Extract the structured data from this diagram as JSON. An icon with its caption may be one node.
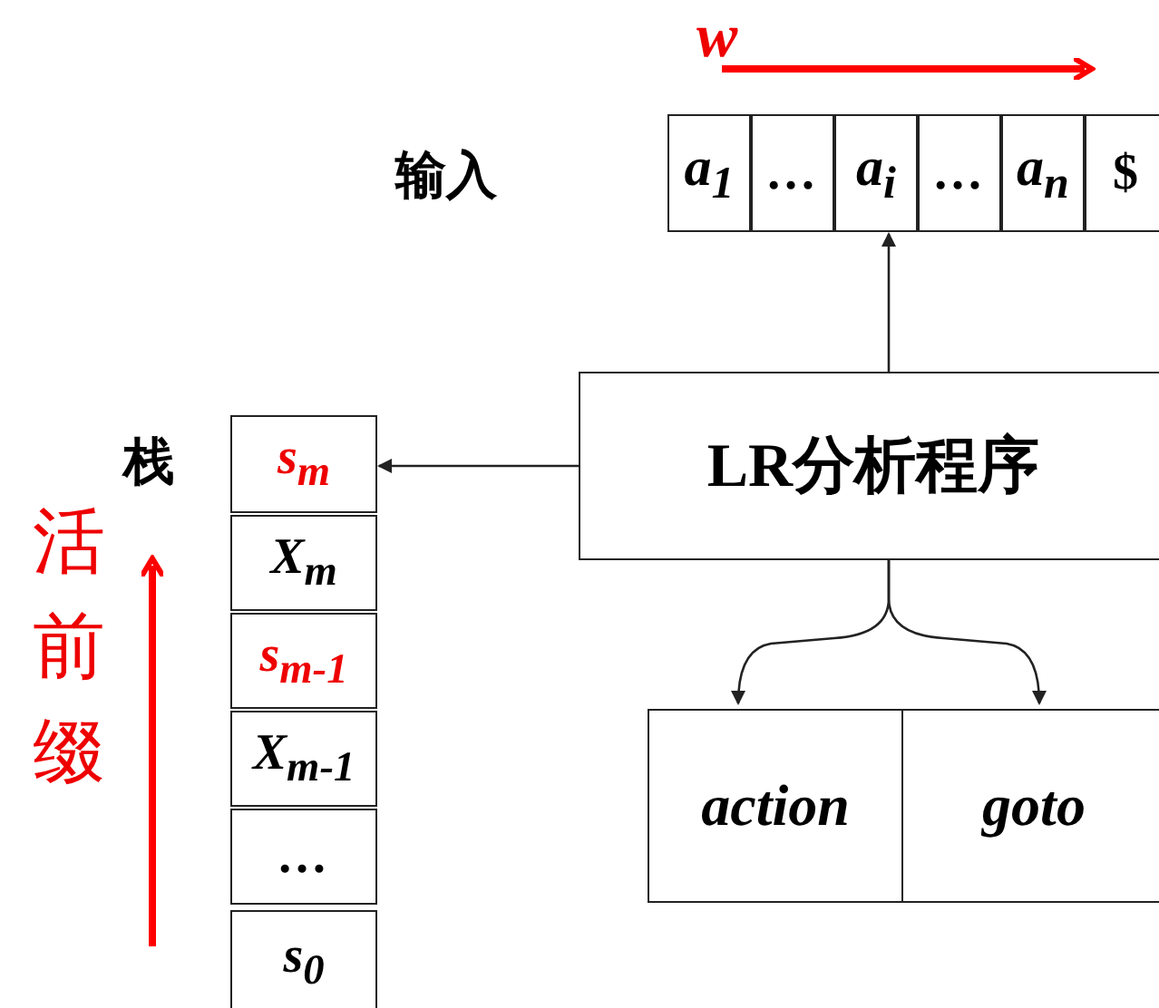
{
  "diagram": {
    "nodes": [
      {
        "text": [
          "a$_{1}$"
        ]
      },
      {
        "text": [
          "…"
        ]
      },
      {
        "text": [
          "a$_{i}$"
        ]
      },
      {
        "text": [
          "…"
        ]
      },
      {
        "text": [
          "a$_{n}$"
        ]
      },
      {
        "text": [
          "$"
        ]
      },
      {
        "text": [
          "LR分析程序"
        ]
      },
      {
        "text": [
          "s$_{m}$"
        ]
      },
      {
        "text": [
          "X$_{m}$"
        ]
      },
      {
        "text": [
          "s$_{m-1}$"
        ]
      },
      {
        "text": [
          "X$_{m-1}$"
        ]
      },
      {
        "text": [
          "…"
        ]
      },
      {
        "text": [
          "s$_{0}$"
        ]
      },
      {
        "text": [
          "action"
        ]
      },
      {
        "text": [
          "goto"
        ]
      }
    ],
    "edges": [
      {
        "from": 6,
        "to": 2,
        "arrow": "to"
      },
      {
        "from": 6,
        "to": 7,
        "arrow": "to"
      },
      {
        "from": 6,
        "to": 13,
        "arrow": "to"
      },
      {
        "from": 6,
        "to": 14,
        "arrow": "to"
      }
    ],
    "labels": [
      "w",
      "输入",
      "栈",
      "活前缀"
    ]
  }
}
